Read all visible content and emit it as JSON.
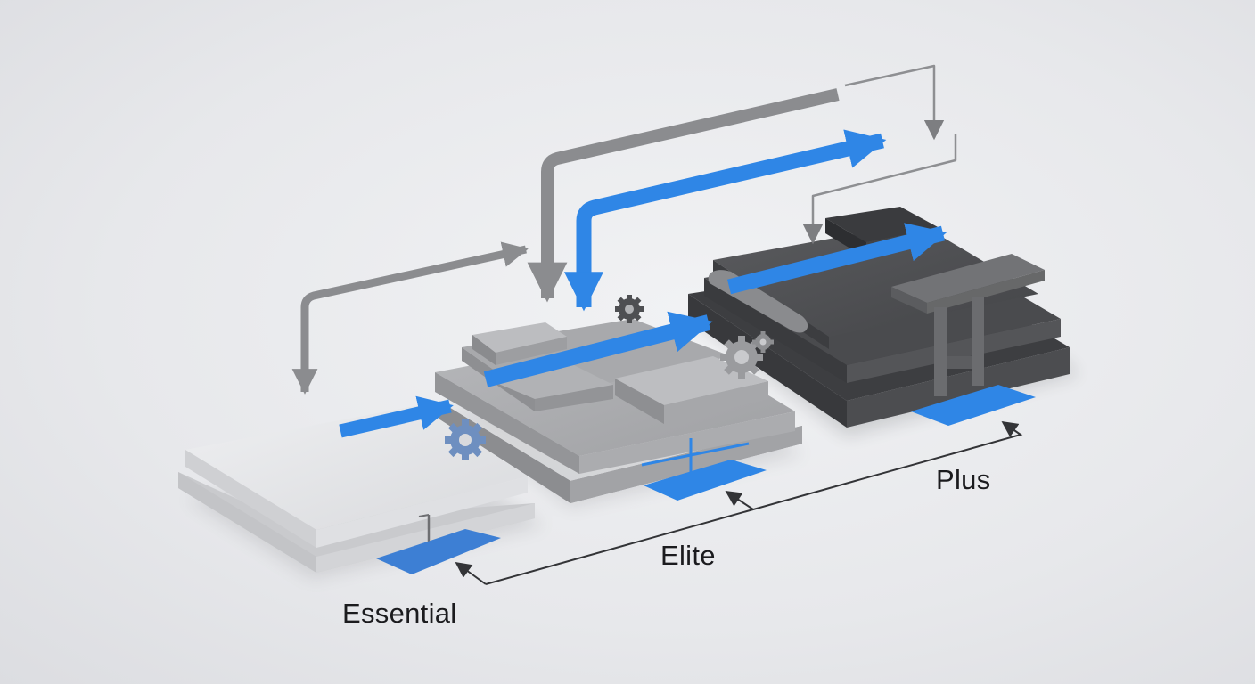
{
  "tiers": [
    {
      "name": "Essential"
    },
    {
      "name": "Elite"
    },
    {
      "name": "Plus"
    }
  ],
  "colors": {
    "background": "#e8e9ec",
    "accent_blue": "#2f86e6",
    "connector_gray": "#8b8c8f",
    "essential_platform": "#dcdde0",
    "elite_platform": "#a9aaad",
    "plus_platform": "#4b4c4f",
    "label_text": "#1b1b1e"
  },
  "icons": [
    "gear-icon",
    "arrow-right-icon",
    "arrow-down-icon"
  ]
}
